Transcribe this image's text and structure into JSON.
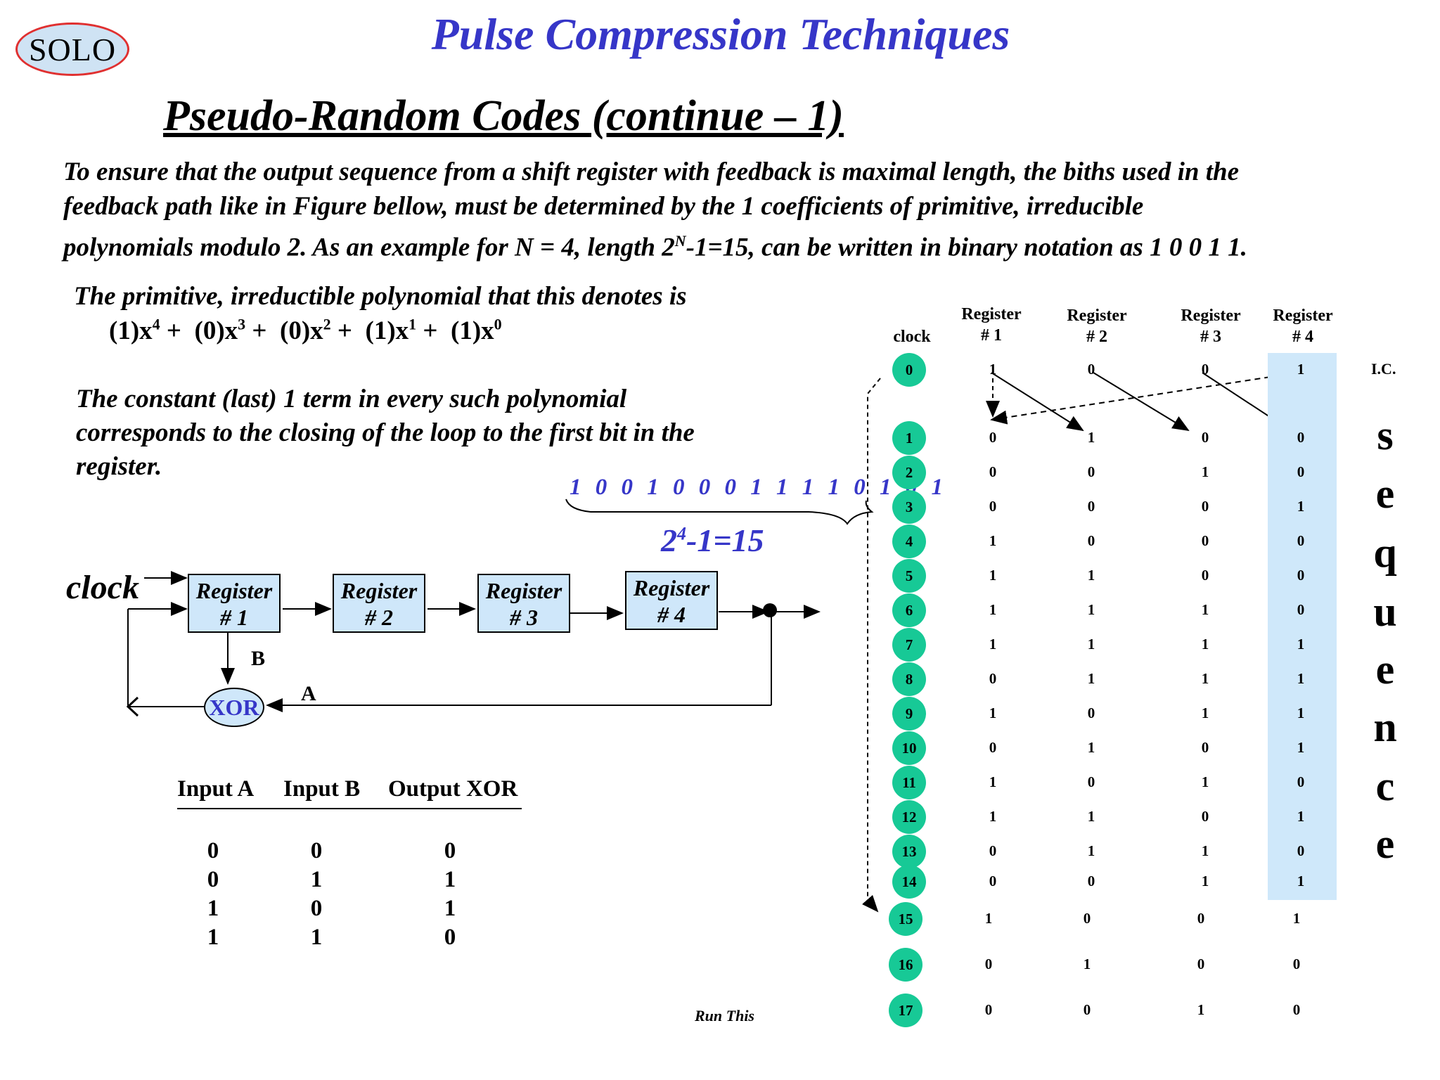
{
  "logo": "SOLO",
  "title": "Pulse Compression Techniques",
  "subtitle": "Pseudo-Random Codes (continue – 1)",
  "intro": {
    "lines": [
      "To ensure that the output sequence from a shift register with feedback is maximal length, the biths used in the",
      "feedback path like in Figure bellow, must be determined by the 1 coefficients of primitive, irreducible"
    ],
    "line3_a": "polynomials modulo 2. As an example for N = 4, length 2",
    "line3_sup": "N",
    "line3_b": "-1=15, can be written in binary notation as 1 0 0 1 1."
  },
  "polynomial": {
    "title": "The primitive, irreductible polynomial that this denotes is",
    "terms": [
      {
        "coef": "(1)x",
        "exp": "4",
        "sep": " + "
      },
      {
        "coef": "(0)x",
        "exp": "3",
        "sep": " + "
      },
      {
        "coef": "(0)x",
        "exp": "2",
        "sep": " + "
      },
      {
        "coef": "(1)x",
        "exp": "1",
        "sep": " + "
      },
      {
        "coef": "(1)x",
        "exp": "0",
        "sep": ""
      }
    ]
  },
  "constant_note": {
    "lines": [
      "The constant (last) 1 term in every such polynomial",
      "corresponds to the closing of the loop to the first bit in the",
      "register."
    ]
  },
  "sequence_bits": "1 0 0 1 0 0 0 1 1 1 1 0 1 0 1",
  "period": {
    "base": "2",
    "exp": "4",
    "rest": "-1=15"
  },
  "diagram": {
    "clock": "clock",
    "registers": [
      {
        "line1": "Register",
        "line2": "# 1"
      },
      {
        "line1": "Register",
        "line2": "# 2"
      },
      {
        "line1": "Register",
        "line2": "# 3"
      },
      {
        "line1": "Register",
        "line2": "# 4"
      }
    ],
    "xor": "XOR",
    "label_a": "A",
    "label_b": "B"
  },
  "truth_table": {
    "headers": [
      "Input A",
      "Input B",
      "Output XOR"
    ],
    "rows": [
      [
        "0",
        "0",
        "0"
      ],
      [
        "0",
        "1",
        "1"
      ],
      [
        "1",
        "0",
        "1"
      ],
      [
        "1",
        "1",
        "0"
      ]
    ]
  },
  "run_this": "Run This",
  "state_table": {
    "clock_header": "clock",
    "register_headers": [
      {
        "line1": "Register",
        "line2": "# 1"
      },
      {
        "line1": "Register",
        "line2": "# 2"
      },
      {
        "line1": "Register",
        "line2": "# 3"
      },
      {
        "line1": "Register",
        "line2": "# 4"
      }
    ],
    "ic_label": "I.C.",
    "rows": [
      {
        "clock": "0",
        "bits": [
          "1",
          "0",
          "0",
          "1"
        ]
      },
      {
        "clock": "1",
        "bits": [
          "0",
          "1",
          "0",
          "0"
        ]
      },
      {
        "clock": "2",
        "bits": [
          "0",
          "0",
          "1",
          "0"
        ]
      },
      {
        "clock": "3",
        "bits": [
          "0",
          "0",
          "0",
          "1"
        ]
      },
      {
        "clock": "4",
        "bits": [
          "1",
          "0",
          "0",
          "0"
        ]
      },
      {
        "clock": "5",
        "bits": [
          "1",
          "1",
          "0",
          "0"
        ]
      },
      {
        "clock": "6",
        "bits": [
          "1",
          "1",
          "1",
          "0"
        ]
      },
      {
        "clock": "7",
        "bits": [
          "1",
          "1",
          "1",
          "1"
        ]
      },
      {
        "clock": "8",
        "bits": [
          "0",
          "1",
          "1",
          "1"
        ]
      },
      {
        "clock": "9",
        "bits": [
          "1",
          "0",
          "1",
          "1"
        ]
      },
      {
        "clock": "10",
        "bits": [
          "0",
          "1",
          "0",
          "1"
        ]
      },
      {
        "clock": "11",
        "bits": [
          "1",
          "0",
          "1",
          "0"
        ]
      },
      {
        "clock": "12",
        "bits": [
          "1",
          "1",
          "0",
          "1"
        ]
      },
      {
        "clock": "13",
        "bits": [
          "0",
          "1",
          "1",
          "0"
        ]
      },
      {
        "clock": "14",
        "bits": [
          "0",
          "0",
          "1",
          "1"
        ]
      },
      {
        "clock": "15",
        "bits": [
          "1",
          "0",
          "0",
          "1"
        ]
      },
      {
        "clock": "16",
        "bits": [
          "0",
          "1",
          "0",
          "0"
        ]
      },
      {
        "clock": "17",
        "bits": [
          "0",
          "0",
          "1",
          "0"
        ]
      }
    ],
    "sequence_letters": [
      "s",
      "e",
      "q",
      "u",
      "e",
      "n",
      "c",
      "e"
    ]
  },
  "colors": {
    "title": "#3636c8",
    "register_fill": "#cfe7fa",
    "clock_dot": "#17c996",
    "logo_border": "#e03030",
    "highlight": "#cfe8fa"
  }
}
